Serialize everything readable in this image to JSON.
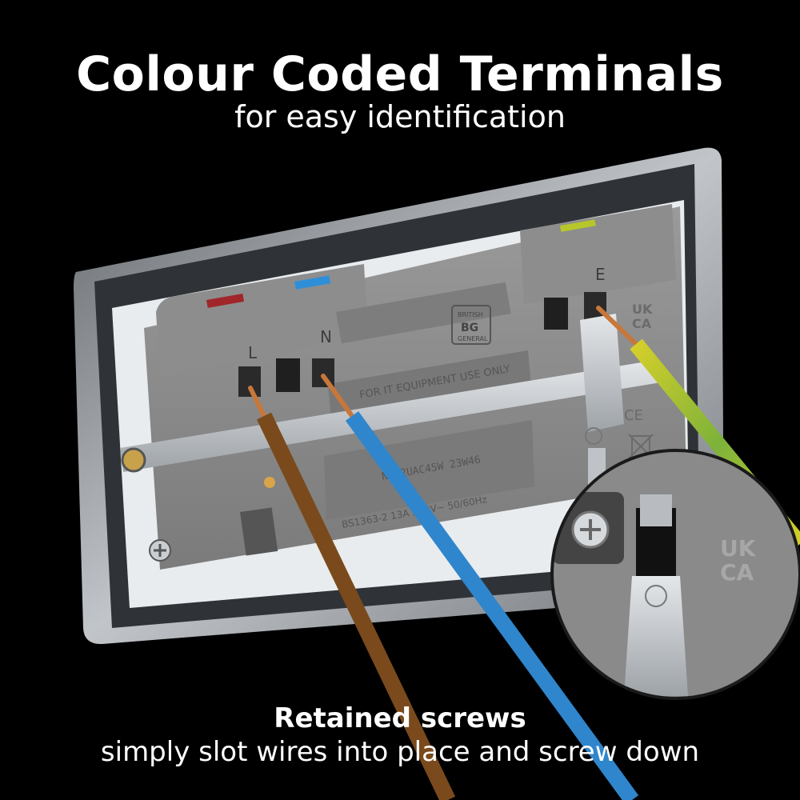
{
  "headline": {
    "title": "Colour Coded Terminals",
    "subtitle": "for easy identification"
  },
  "caption": {
    "title": "Retained screws",
    "body": "simply slot wires into place and screw down"
  },
  "socket": {
    "terminal_labels": {
      "live": "L",
      "neutral": "N",
      "earth": "E"
    },
    "brand": [
      "BRITISH",
      "BG",
      "GENERAL"
    ],
    "notice": "FOR IT EQUIPMENT USE ONLY",
    "model_code": "NB22UAC45W 23W46",
    "rating": "BS1363-2 13A 240V~ 50/60Hz",
    "ukca": [
      "UK",
      "CA"
    ],
    "ce": "CE"
  },
  "colors": {
    "live_marker": "#a0262a",
    "neutral_marker": "#2e8fd8",
    "earth_marker": "#b7c62a",
    "live_wire": "#7a4a1c",
    "neutral_wire": "#2f86cc",
    "earth_wire_yellow": "#d4cf2a",
    "earth_wire_green": "#5aa33a",
    "copper": "#c8773a",
    "body_grey": "#858585",
    "plate_steel": "#b9bec4"
  },
  "icons": [
    "screw-icon",
    "earth-symbol-icon",
    "weee-bin-icon",
    "bg-logo-icon"
  ]
}
